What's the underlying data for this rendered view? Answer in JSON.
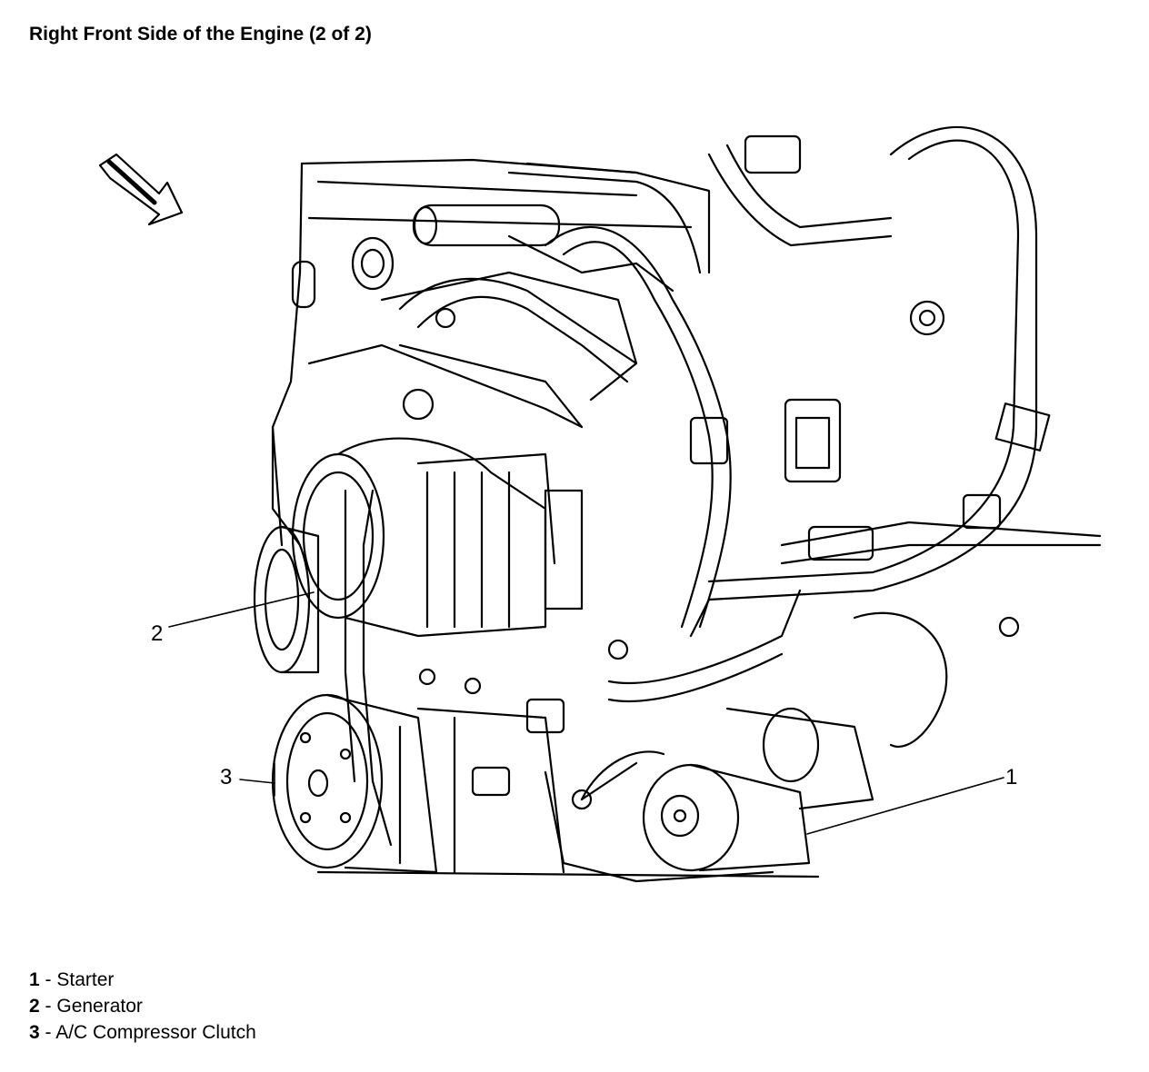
{
  "title": "Right Front Side of the Engine (2 of 2)",
  "callouts": [
    {
      "number": "1",
      "name": "Starter"
    },
    {
      "number": "2",
      "name": "Generator"
    },
    {
      "number": "3",
      "name": "A/C Compressor Clutch"
    }
  ],
  "legend": [
    {
      "number": "1",
      "sep": " - ",
      "label": "Starter"
    },
    {
      "number": "2",
      "sep": " - ",
      "label": "Generator"
    },
    {
      "number": "3",
      "sep": " - ",
      "label": "A/C Compressor Clutch"
    }
  ],
  "colors": {
    "line": "#000000",
    "background": "#ffffff"
  }
}
